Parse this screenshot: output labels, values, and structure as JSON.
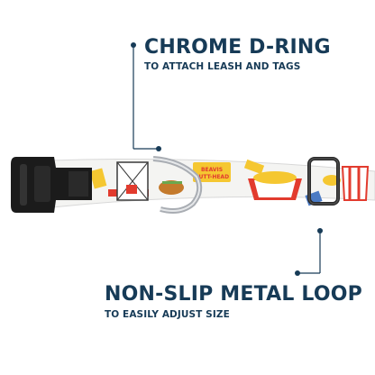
{
  "callout_top": {
    "title": "CHROME D-RING",
    "subtitle": "TO ATTACH LEASH AND TAGS"
  },
  "callout_bottom": {
    "title": "NON-SLIP METAL LOOP",
    "subtitle": "TO EASILY ADJUST SIZE"
  },
  "colors": {
    "text": "#173b57",
    "buckle": "#1b1b1b",
    "strap": "#f4f4f2",
    "accent_red": "#e23b2e",
    "accent_yellow": "#f5c731",
    "ring": "#a9adb3"
  },
  "icons": [
    "buckle-icon",
    "d-ring-icon",
    "metal-loop-icon"
  ]
}
